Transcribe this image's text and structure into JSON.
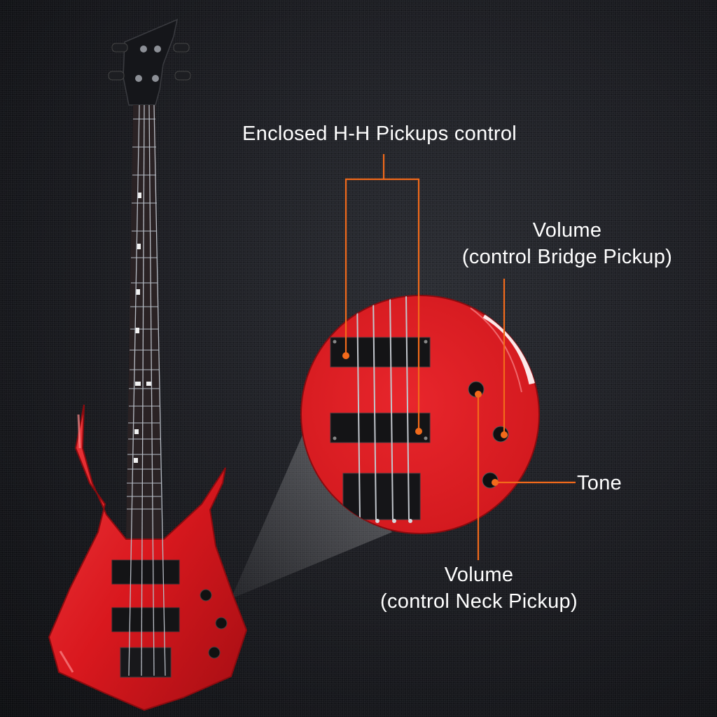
{
  "callouts": {
    "pickups": "Enclosed H-H Pickups control",
    "volume_bridge": {
      "line1": "Volume",
      "line2": "(control Bridge Pickup)"
    },
    "tone": "Tone",
    "volume_neck": {
      "line1": "Volume",
      "line2": "(control Neck Pickup)"
    }
  },
  "colors": {
    "guitar_body": "#d9181e",
    "callout_line": "#f26a1b",
    "background": "#1a1b20",
    "label_text": "#ffffff"
  }
}
